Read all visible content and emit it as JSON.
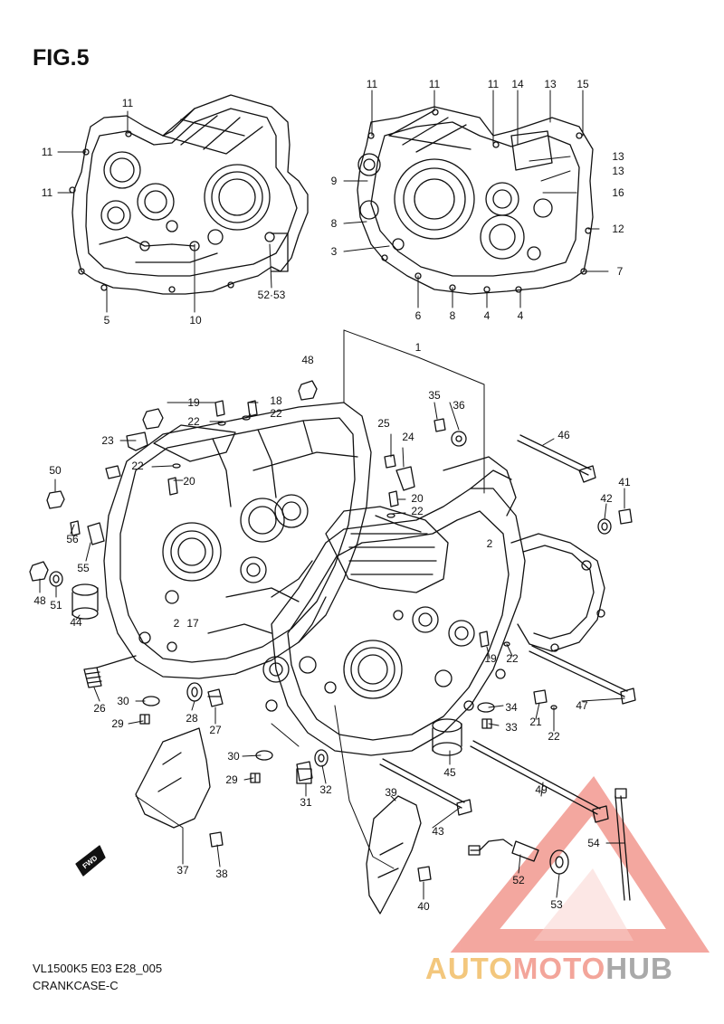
{
  "figure": {
    "title": "FIG.5",
    "model_code": "VL1500K5 E03 E28_005",
    "section_name": "CRANKCASE-C"
  },
  "watermark": {
    "part1": "AUTO",
    "part2": "MOTO",
    "part3": "HUB",
    "colors": [
      "#f3c77d",
      "#f3a59a",
      "#a9a9a9",
      "#f08a80"
    ]
  },
  "fwd_label": "FWD",
  "callouts": [
    "11",
    "11",
    "11",
    "11",
    "11",
    "11",
    "14",
    "13",
    "15",
    "13",
    "13",
    "9",
    "16",
    "8",
    "12",
    "3",
    "7",
    "52·53",
    "10",
    "5",
    "6",
    "8",
    "4",
    "4",
    "1",
    "48",
    "19",
    "18",
    "22",
    "22",
    "35",
    "36",
    "25",
    "24",
    "23",
    "22",
    "46",
    "50",
    "20",
    "20",
    "22",
    "41",
    "42",
    "2",
    "56",
    "55",
    "48",
    "51",
    "44",
    "2",
    "17",
    "19",
    "22",
    "26",
    "30",
    "28",
    "27",
    "34",
    "47",
    "29",
    "21",
    "33",
    "22",
    "30",
    "45",
    "29",
    "31",
    "32",
    "39",
    "49",
    "43",
    "54",
    "37",
    "38",
    "52",
    "53",
    "40"
  ]
}
